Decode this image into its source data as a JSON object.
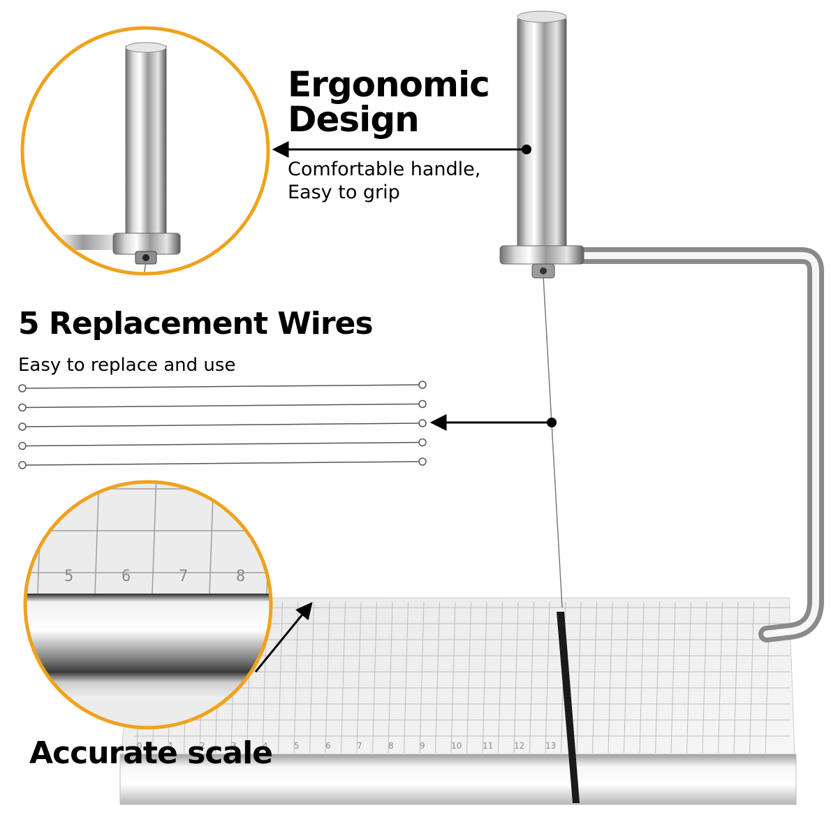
{
  "features": {
    "ergonomic": {
      "title_line1": "Ergonomic",
      "title_line2": "Design",
      "desc_line1": "Comfortable handle,",
      "desc_line2": "Easy to grip"
    },
    "wires": {
      "title": "5 Replacement Wires",
      "desc": "Easy to replace and use",
      "count": 5
    },
    "scale": {
      "title": "Accurate scale"
    }
  },
  "board": {
    "scale_numbers": [
      "0",
      "1",
      "2",
      "3",
      "4",
      "5",
      "6",
      "7",
      "8",
      "9",
      "10",
      "11",
      "12",
      "13"
    ],
    "zoom_numbers": [
      "5",
      "6",
      "7",
      "8"
    ]
  },
  "colors": {
    "accent_circle": "#f0a21b",
    "metal_light": "#f3f3f3",
    "metal_mid": "#c9c9c9",
    "metal_dark": "#5a5a5a",
    "grid": "#b9b9b9"
  }
}
